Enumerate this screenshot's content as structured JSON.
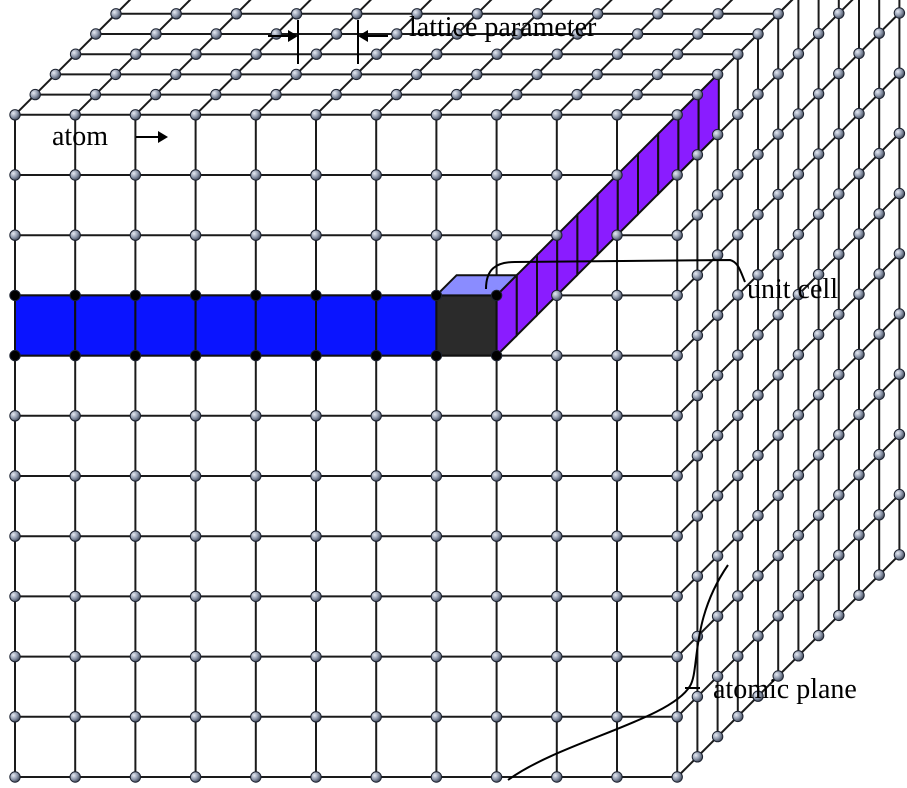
{
  "labels": {
    "lattice_parameter": "lattice parameter",
    "atom": "atom",
    "unit_cell": "unit cell",
    "atomic_plane": "atomic plane"
  },
  "colors": {
    "row_highlight": "#0a14ff",
    "column_highlight": "#8a1cff",
    "unit_cell_front": "#2b2b2b",
    "unit_cell_top": "#8a8cff",
    "atom": "#7c879c",
    "atom_highlight": "#000000",
    "grid": "#1a1a1a"
  }
}
